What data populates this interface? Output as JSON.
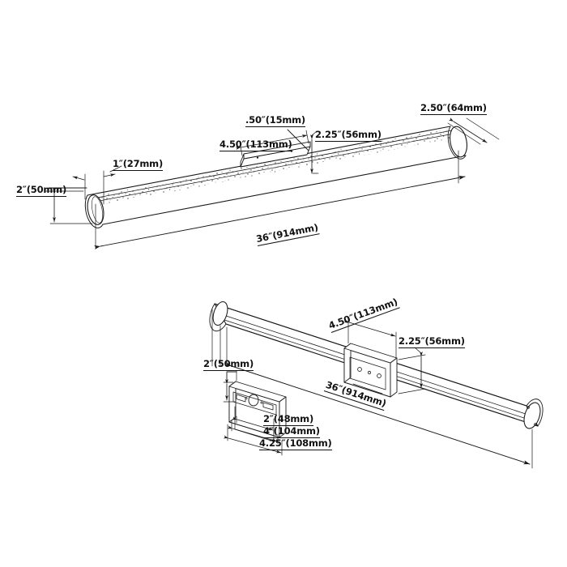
{
  "drawing": {
    "title": "Linear Bar Light Fixture Dimensional Drawing",
    "background_color": "#ffffff",
    "line_color": "#1a1a1a",
    "text_color": "#111111",
    "diffuser_texture": "stippled-frosted"
  },
  "upper_view": {
    "name": "front-isometric-view",
    "dimensions": {
      "height": "2″(50mm)",
      "end_inset": "1″(27mm)",
      "canopy_length": "4.50″(113mm)",
      "canopy_thickness": ".50″(15mm)",
      "body_depth": "2.25″(56mm)",
      "body_width": "2.50″(64mm)",
      "overall_length": "36″(914mm)"
    }
  },
  "lower_view": {
    "name": "rear-isometric-view",
    "dimensions": {
      "bracket_length": "4.50″(113mm)",
      "bracket_height": "2.25″(56mm)",
      "overall_length": "36″(914mm)",
      "body_height": "2″(50mm)"
    }
  },
  "bracket_detail": {
    "name": "mounting-bracket-detail",
    "dimensions": {
      "inner_width": "2″(48mm)",
      "mid_width": "4″(104mm)",
      "outer_width": "4.25″(108mm)"
    }
  },
  "labels": {
    "u_height": "2″(50mm)",
    "u_end_inset": "1″(27mm)",
    "u_canopy_length": "4.50″(113mm)",
    "u_canopy_thick": ".50″(15mm)",
    "u_body_depth": "2.25″(56mm)",
    "u_body_width": "2.50″(64mm)",
    "u_length": "36″(914mm)",
    "l_bracket_length": "4.50″(113mm)",
    "l_bracket_height": "2.25″(56mm)",
    "l_length": "36″(914mm)",
    "l_body_height": "2″(50mm)",
    "b_inner": "2″(48mm)",
    "b_mid": "4″(104mm)",
    "b_outer": "4.25″(108mm)"
  }
}
